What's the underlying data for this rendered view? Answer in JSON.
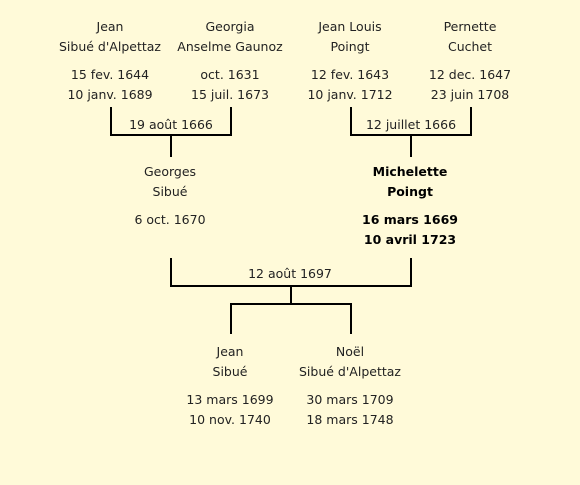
{
  "people": {
    "jean_sr": {
      "first": "Jean",
      "last": "Sibué d'Alpettaz",
      "birth": "15 fev. 1644",
      "death": "10 janv. 1689"
    },
    "georgia": {
      "first": "Georgia",
      "last": "Anselme Gaunoz",
      "birth": "oct. 1631",
      "death": "15 juil. 1673"
    },
    "jean_louis": {
      "first": "Jean Louis",
      "last": "Poingt",
      "birth": "12 fev. 1643",
      "death": "10 janv. 1712"
    },
    "pernette": {
      "first": "Pernette",
      "last": "Cuchet",
      "birth": "12 dec. 1647",
      "death": "23 juin 1708"
    },
    "georges": {
      "first": "Georges",
      "last": "Sibué",
      "birth": "6 oct. 1670",
      "death": ""
    },
    "michelette": {
      "first": "Michelette",
      "last": "Poingt",
      "birth": "16 mars 1669",
      "death": "10 avril 1723"
    },
    "jean_jr": {
      "first": "Jean",
      "last": "Sibué",
      "birth": "13 mars 1699",
      "death": "10 nov. 1740"
    },
    "noel": {
      "first": "Noël",
      "last": "Sibué d'Alpettaz",
      "birth": "30 mars 1709",
      "death": "18 mars 1748"
    }
  },
  "marriages": {
    "m1": "19 août 1666",
    "m2": "12 juillet 1666",
    "m3": "12 août 1697"
  },
  "colors": {
    "background": "#fffad9",
    "line": "#000000",
    "text": "#222222"
  }
}
